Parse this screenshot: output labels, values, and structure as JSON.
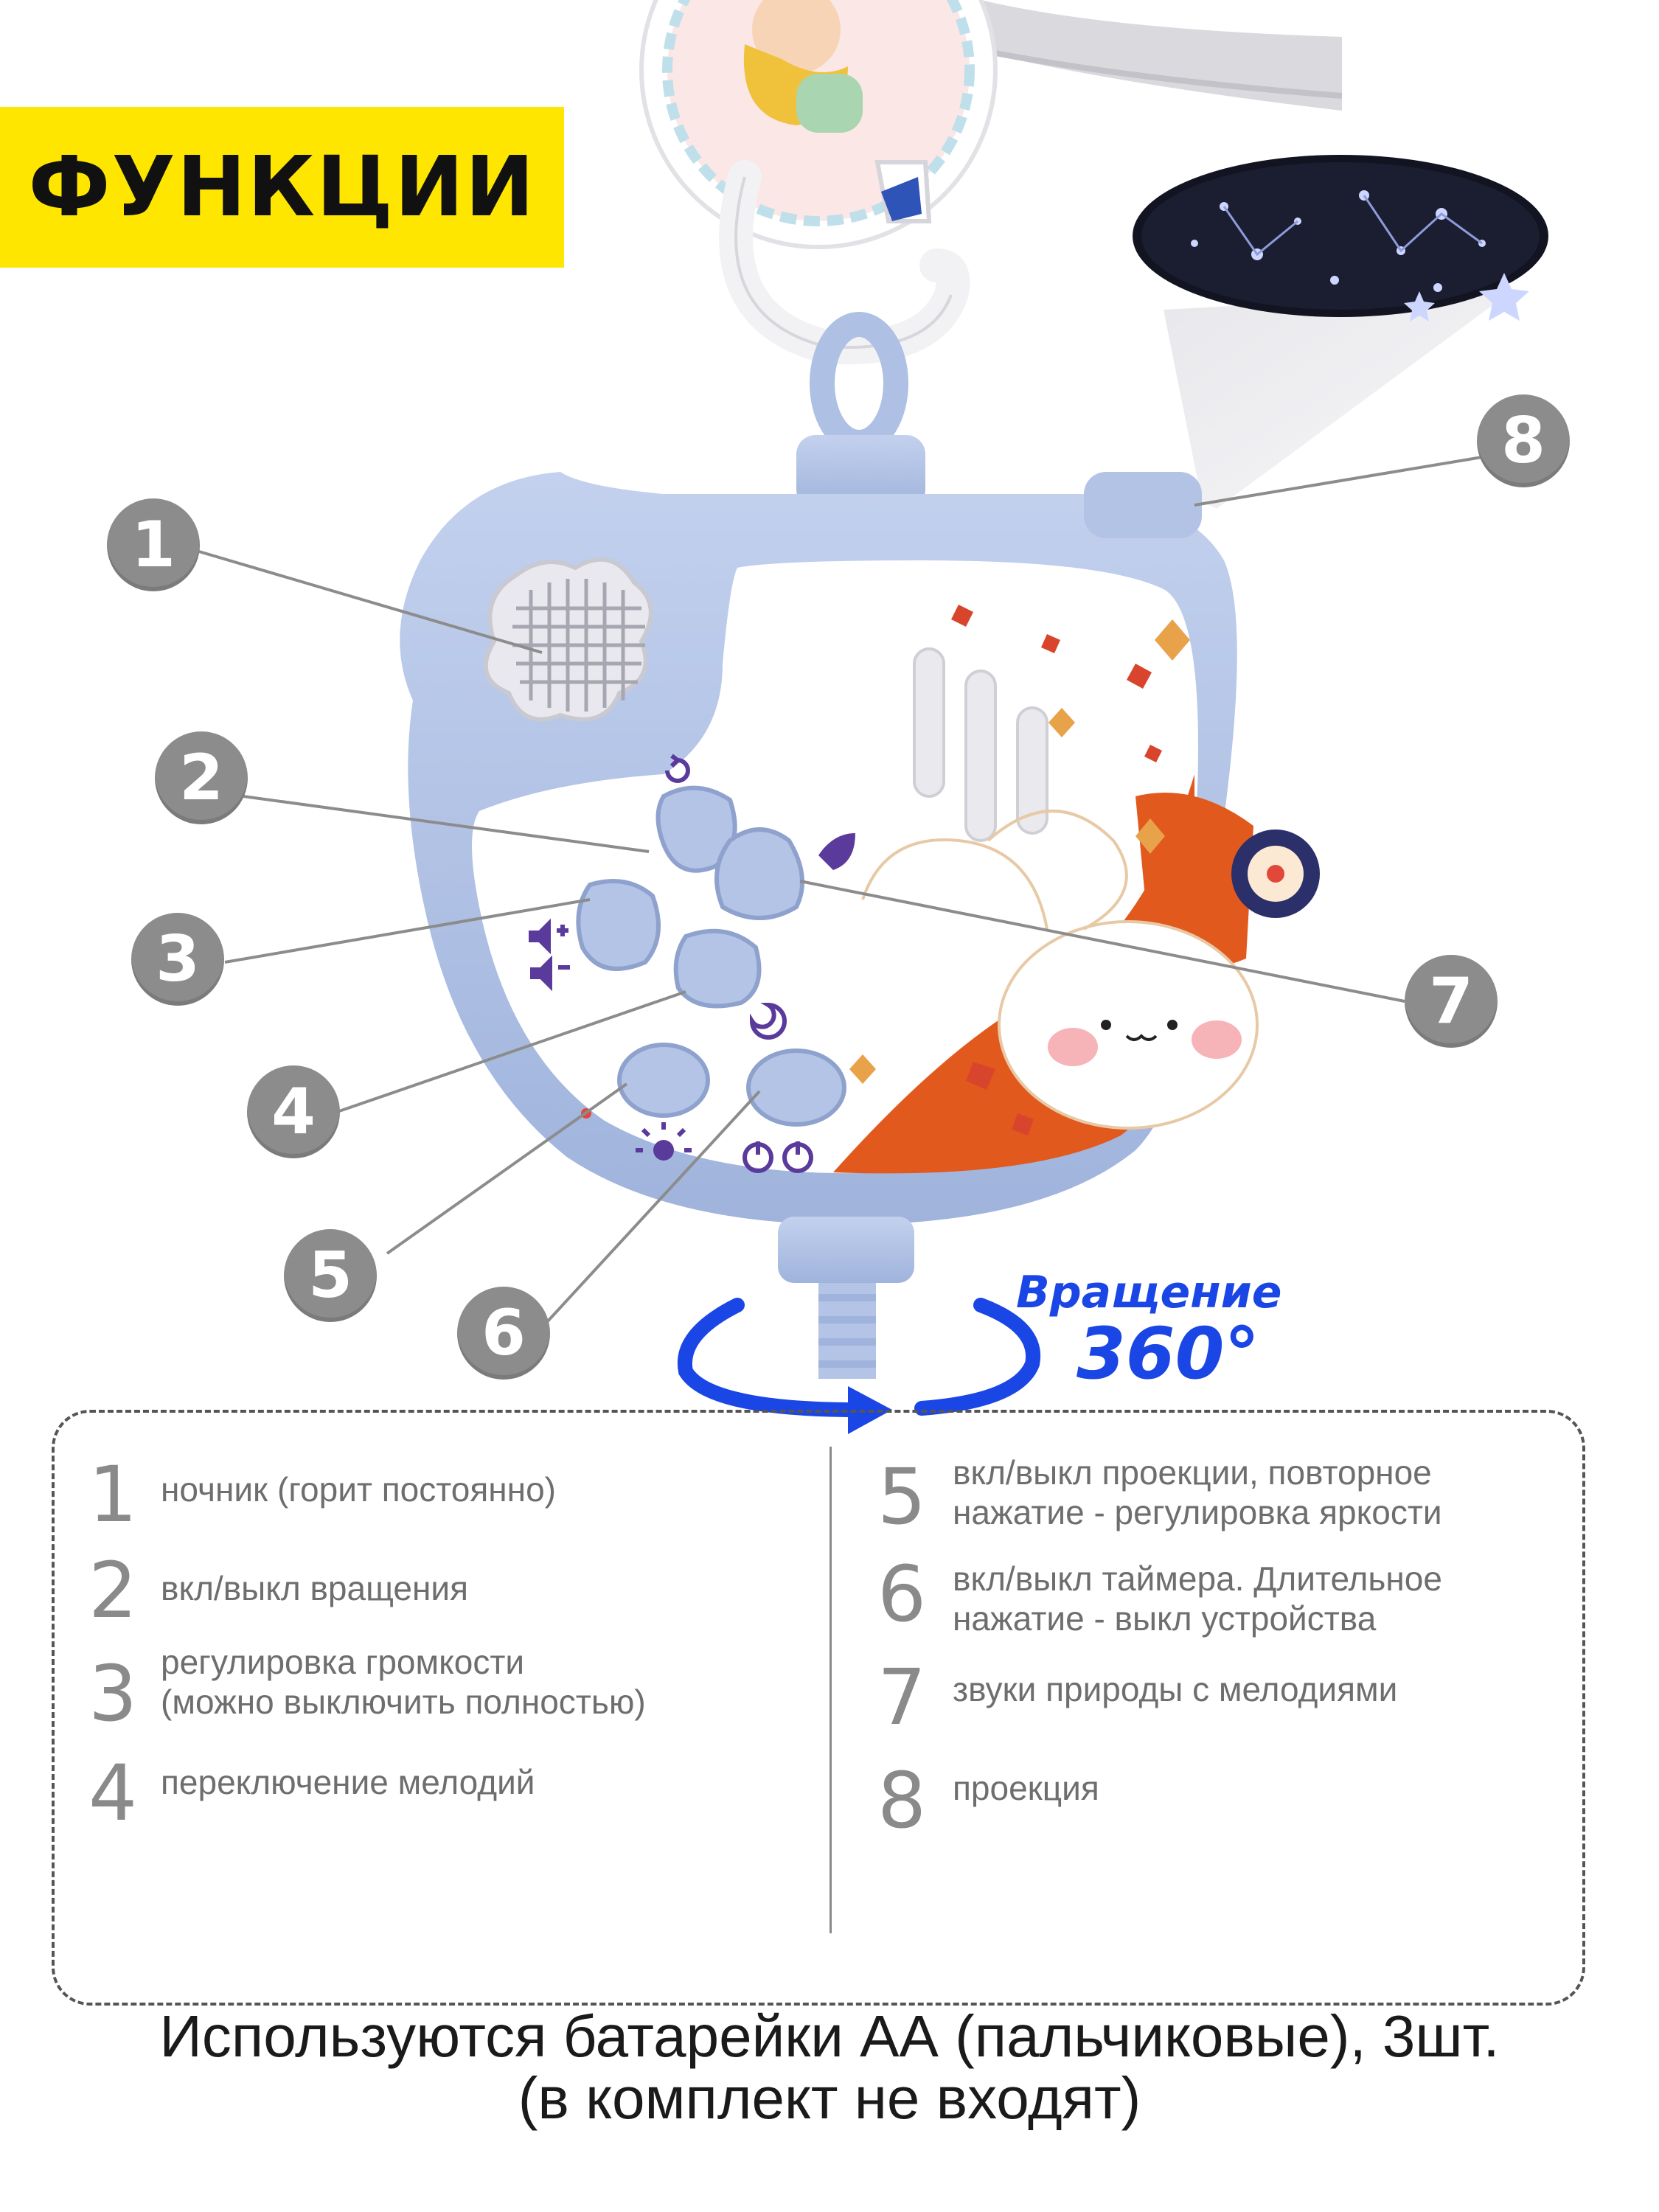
{
  "title": "ФУНКЦИИ",
  "callouts": [
    "1",
    "2",
    "3",
    "4",
    "5",
    "6",
    "7",
    "8"
  ],
  "rotation": {
    "label": "Вращение",
    "degrees": "360°"
  },
  "legend": [
    {
      "num": "1",
      "lines": [
        "ночник (горит постоянно)"
      ]
    },
    {
      "num": "2",
      "lines": [
        "вкл/выкл вращения"
      ]
    },
    {
      "num": "3",
      "lines": [
        "регулировка громкости",
        "(можно выключить полностью)"
      ]
    },
    {
      "num": "4",
      "lines": [
        "переключение мелодий"
      ]
    },
    {
      "num": "5",
      "lines": [
        "вкл/выкл проекции, повторное",
        "нажатие - регулировка яркости"
      ]
    },
    {
      "num": "6",
      "lines": [
        "вкл/выкл таймера. Длительное",
        "нажатие - выкл устройства"
      ]
    },
    {
      "num": "7",
      "lines": [
        "звуки природы с мелодиями"
      ]
    },
    {
      "num": "8",
      "lines": [
        "проекция"
      ]
    }
  ],
  "footer": {
    "line1": "Используются батарейки АА (пальчиковые), 3шт.",
    "line2": "(в комплект не входят)"
  },
  "colors": {
    "badge": "#ffe600",
    "device_body": "#b4c4e4",
    "device_face": "#ffffff",
    "accent_blue": "#1b46e6",
    "callout_gray": "#8c8c8c",
    "icon_purple": "#5a3a9a",
    "illustration_orange": "#e2591e"
  },
  "icons": [
    "night-light-grille-icon",
    "rotate-icon",
    "volume-icon",
    "music-icon",
    "leaf-icon",
    "moon-timer-icon",
    "power-icon",
    "projector-sun-icon",
    "star-projection-icon"
  ]
}
